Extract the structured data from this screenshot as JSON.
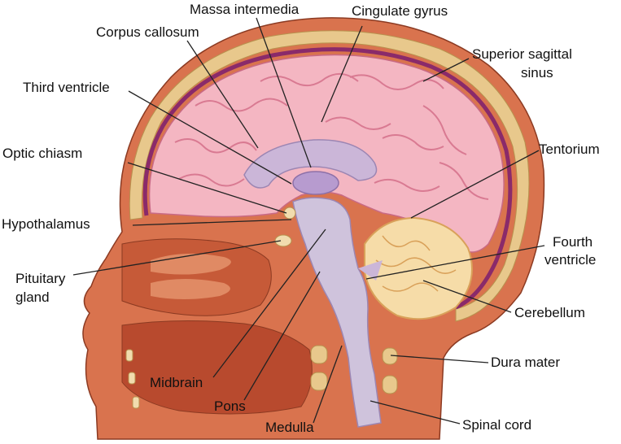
{
  "diagram": {
    "labels": {
      "massa_intermedia": "Massa intermedia",
      "cingulate_gyrus": "Cingulate gyrus",
      "corpus_callosum": "Corpus callosum",
      "superior_sagittal_sinus_line1": "Superior sagittal",
      "superior_sagittal_sinus_line2": "sinus",
      "third_ventricle": "Third ventricle",
      "tentorium": "Tentorium",
      "optic_chiasm": "Optic chiasm",
      "hypothalamus": "Hypothalamus",
      "fourth_ventricle_line1": "Fourth",
      "fourth_ventricle_line2": "ventricle",
      "pituitary_gland_line1": "Pituitary",
      "pituitary_gland_line2": "gland",
      "cerebellum": "Cerebellum",
      "dura_mater": "Dura mater",
      "midbrain": "Midbrain",
      "pons": "Pons",
      "medulla": "Medulla",
      "spinal_cord": "Spinal cord"
    },
    "colors": {
      "skin": "#d9734e",
      "skin_dark": "#b8502f",
      "bone": "#e8c88c",
      "bone_light": "#f1dcae",
      "dura": "#8a2a6a",
      "brain": "#f4b6c2",
      "brain_fold": "#d97a92",
      "ventricle": "#cbb6d8",
      "stem": "#cfc3dc",
      "cerebellum": "#f6dca8",
      "cerebellum_outline": "#d9a15a",
      "line": "#222222"
    }
  }
}
